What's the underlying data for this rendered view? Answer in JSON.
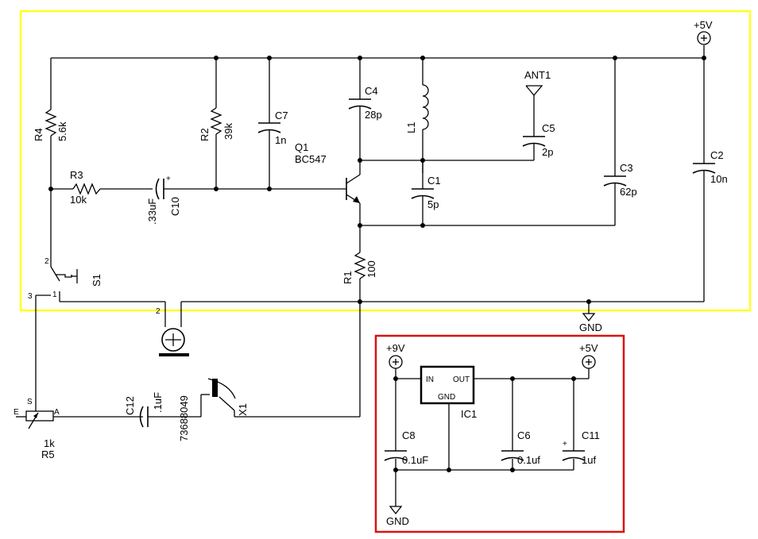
{
  "colors": {
    "transmitter_box": "#ffff22",
    "regulator_box": "#dd1111"
  },
  "power": {
    "vcc_top": "+5V",
    "vcc_reg_in": "+9V",
    "vcc_reg_out": "+5V",
    "gnd_main": "GND",
    "gnd_reg": "GND"
  },
  "components": {
    "r4": {
      "ref": "R4",
      "value": "5.6k"
    },
    "r2": {
      "ref": "R2",
      "value": "39k"
    },
    "r3": {
      "ref": "R3",
      "value": "10k"
    },
    "r1": {
      "ref": "R1",
      "value": "100"
    },
    "r5": {
      "ref": "R5",
      "value": "1k",
      "pin_e": "E",
      "pin_s": "S",
      "pin_a": "A"
    },
    "c10": {
      "ref": "C10",
      "value": ".33uF"
    },
    "c7": {
      "ref": "C7",
      "value": "1n"
    },
    "c4": {
      "ref": "C4",
      "value": "28p"
    },
    "c5": {
      "ref": "C5",
      "value": "2p"
    },
    "c1": {
      "ref": "C1",
      "value": "5p"
    },
    "c3": {
      "ref": "C3",
      "value": "62p"
    },
    "c2": {
      "ref": "C2",
      "value": "10n"
    },
    "c12": {
      "ref": "C12",
      "value": ".1uF"
    },
    "c8": {
      "ref": "C8",
      "value": "0.1uF"
    },
    "c6": {
      "ref": "C6",
      "value": "0.1uf"
    },
    "c11": {
      "ref": "C11",
      "value": "1uf"
    },
    "l1": {
      "ref": "L1"
    },
    "q1": {
      "ref": "Q1",
      "value": "BC547"
    },
    "ant1": {
      "ref": "ANT1"
    },
    "s1": {
      "ref": "S1",
      "pin1": "1",
      "pin2": "2",
      "pin3": "3"
    },
    "x1": {
      "ref": "X1",
      "value": "73688049"
    },
    "mic": {
      "pin": "2"
    },
    "ic1": {
      "ref": "IC1",
      "pin_in": "IN",
      "pin_out": "OUT",
      "pin_gnd": "GND"
    }
  }
}
